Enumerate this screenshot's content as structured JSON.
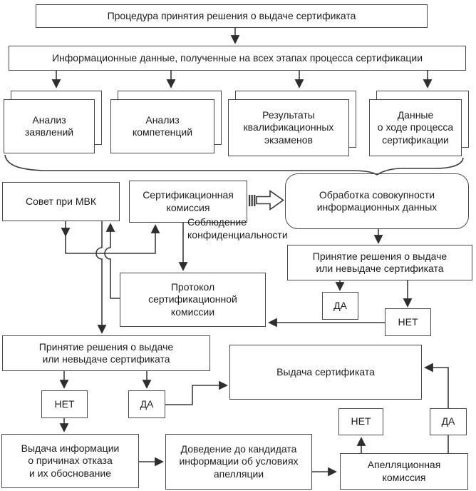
{
  "labels": {
    "yes": "ДА",
    "no": "НЕТ"
  },
  "nodes": {
    "title": "Процедура принятия решения о выдаче сертификата",
    "info_data": "Информационные данные, полученные на всех этапах процесса сертификации",
    "analysis_applications": "Анализ\nзаявлений",
    "analysis_competencies": "Анализ\nкомпетенций",
    "exam_results": "Результаты\nквалификационных\nэкзаменов",
    "process_data": "Данные\nо ходе процесса\nсертификации",
    "council": "Совет при МВК",
    "cert_commission": "Сертификационная\nкомиссия",
    "confidentiality": "Соблюдение\nконфиденциальности",
    "processing": "Обработка совокупности\nинформационных данных",
    "decision_top": "Принятие решения о выдаче\nили невыдаче сертификата",
    "protocol": "Протокол\nсертификационной\nкомиссии",
    "decision_bottom": "Принятие решения о выдаче\nили невыдаче сертификата",
    "issue_certificate": "Выдача сертификата",
    "refusal_info": "Выдача информации\nо причинах отказа\nи их обоснование",
    "appeal_conditions": "Доведение до кандидата\nинформации об условиях\nапелляции",
    "appeal_commission": "Апелляционная\nкомиссия"
  },
  "colors": {
    "line": "#3a3a3a",
    "border": "#4a4a4a",
    "background": "#ffffff",
    "text": "#1c1c1c"
  }
}
